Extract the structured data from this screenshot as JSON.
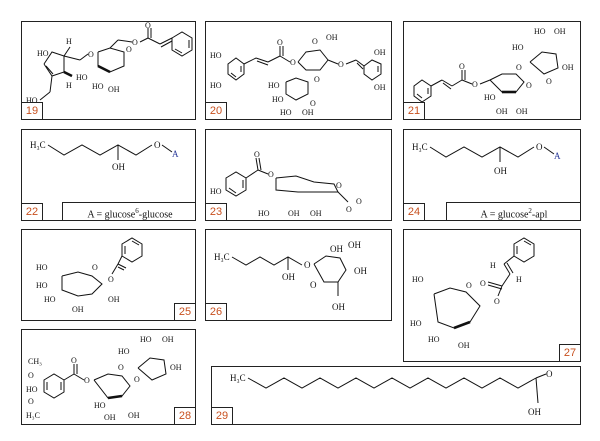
{
  "panels": {
    "p19": {
      "number": "19"
    },
    "p20": {
      "number": "20"
    },
    "p21": {
      "number": "21"
    },
    "p22": {
      "number": "22",
      "caption_prefix": "A = glucose",
      "caption_sup": "6",
      "caption_suffix": "-glucose"
    },
    "p23": {
      "number": "23"
    },
    "p24": {
      "number": "24",
      "caption_prefix": "A = glucose",
      "caption_sup": "2",
      "caption_suffix": "-apl"
    },
    "p25": {
      "number": "25"
    },
    "p26": {
      "number": "26"
    },
    "p27": {
      "number": "27"
    },
    "p28": {
      "number": "28"
    },
    "p29": {
      "number": "29"
    }
  },
  "atoms": {
    "HO": "HO",
    "OH": "OH",
    "O": "O",
    "H3C": "H₃C",
    "CH3": "CH₃",
    "H": "H",
    "A": "A",
    "HO_sub": "HO"
  },
  "colors": {
    "number": "#c8501e",
    "substituent_A": "#2a3a9a",
    "line": "#111111"
  }
}
